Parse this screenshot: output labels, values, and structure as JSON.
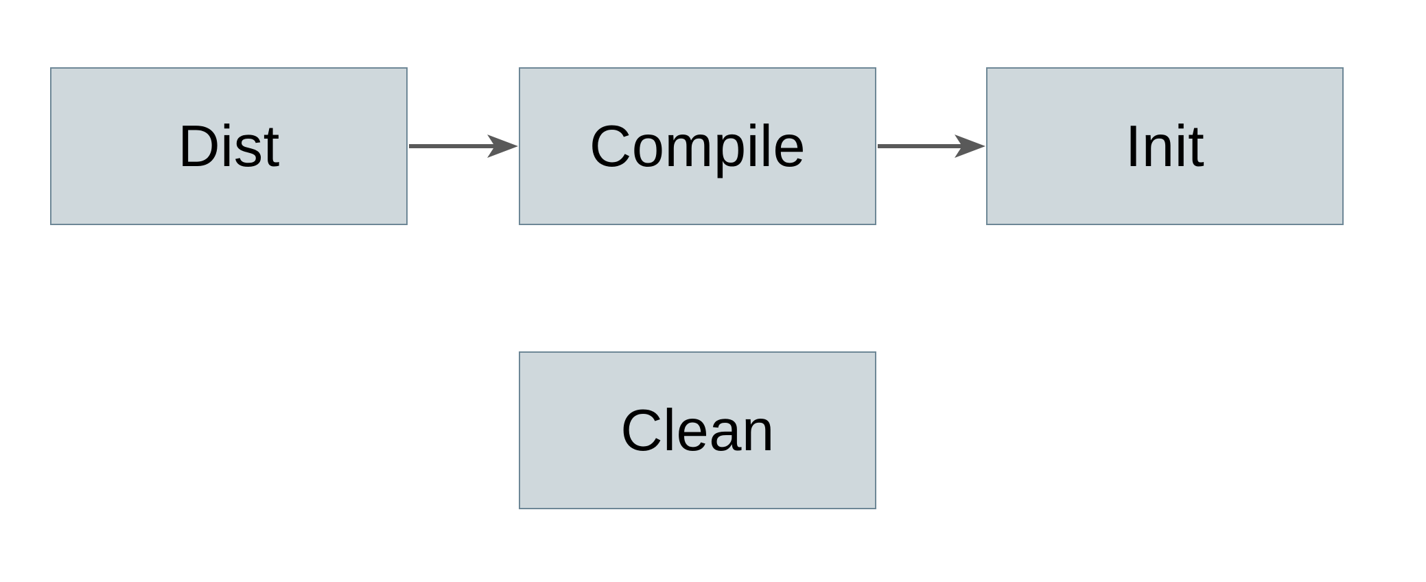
{
  "diagram": {
    "type": "flowchart",
    "background_color": "#ffffff",
    "node_fill_color": "#cfd8dc",
    "node_border_color": "#6d8796",
    "arrow_color": "#595959",
    "text_color": "#000000",
    "nodes": {
      "dist": {
        "label": "Dist"
      },
      "compile": {
        "label": "Compile"
      },
      "init": {
        "label": "Init"
      },
      "clean": {
        "label": "Clean"
      }
    },
    "edges": [
      {
        "from": "Dist",
        "to": "Compile",
        "style": "arrow-right"
      },
      {
        "from": "Compile",
        "to": "Init",
        "style": "arrow-right"
      }
    ]
  }
}
